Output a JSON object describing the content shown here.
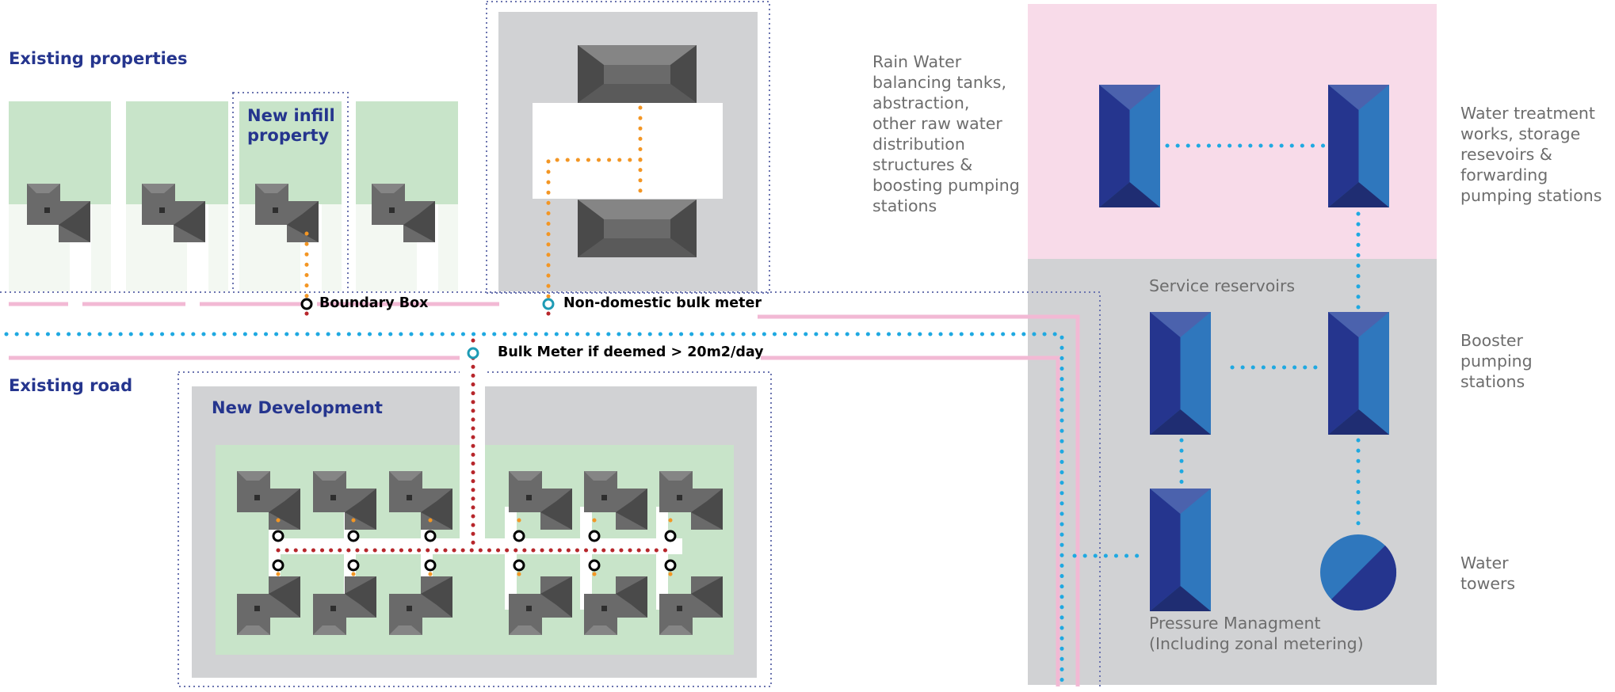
{
  "labels": {
    "existing_properties": "Existing properties",
    "new_infill_property": "New infill\nproperty",
    "existing_road": "Existing road",
    "new_development": "New Development",
    "boundary_box": "Boundary Box",
    "non_domestic_bulk_meter": "Non-domestic bulk meter",
    "bulk_meter": "Bulk Meter if deemed > 20m2/day",
    "rain_water": "Rain Water\nbalancing tanks,\nabstraction,\nother raw water\ndistribution\nstructures &\nboosting pumping\nstations",
    "water_treatment": "Water treatment\nworks, storage\nresevoirs &\nforwarding\npumping stations",
    "service_reservoirs": "Service reservoirs",
    "booster_pumping": "Booster\npumping\nstations",
    "water_towers": "Water\ntowers",
    "pressure_management": "Pressure Managment\n(Including zonal metering)"
  },
  "colors": {
    "lawn": "#c8e4c9",
    "lawn_light": "#f3f8f2",
    "site_grey": "#d1d2d4",
    "pink_zone": "#f8dbe9",
    "road_pink": "#f2b9d4",
    "water_blue": "#1fa9e1",
    "service_orange": "#f39624",
    "main_red": "#b7262b",
    "label_blue": "#25358e",
    "reservoir_dark": "#25358e",
    "reservoir_mid": "#2f77bd",
    "roof_dark": "#4a4a4a",
    "roof_mid": "#6a6a6a",
    "roof_light": "#858585",
    "boundary_dotted": "#6c75b0"
  },
  "icons": {
    "house": "house-icon",
    "building": "building-icon",
    "reservoir": "reservoir-icon",
    "water_tower": "water-tower-icon",
    "boundary_box": "boundary-box-icon",
    "bulk_meter": "bulk-meter-icon"
  }
}
